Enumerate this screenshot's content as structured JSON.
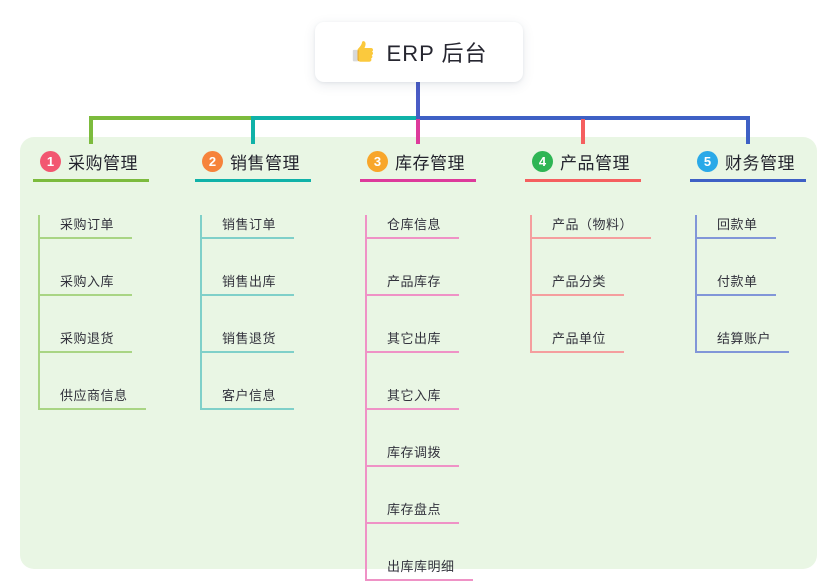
{
  "root": {
    "label": "ERP 后台",
    "icon": "thumbs-up-icon"
  },
  "colors": {
    "canvas_bg": "#e9f6e4",
    "root_connector": "#4a5cc6",
    "title_text": "#23232d",
    "child_text": "#32323c"
  },
  "branches": [
    {
      "index": "1",
      "title": "采购管理",
      "badge_color": "#f25771",
      "line_color": "#7cbb3d",
      "child_line_color": "#a9d584",
      "children": [
        "采购订单",
        "采购入库",
        "采购退货",
        "供应商信息"
      ]
    },
    {
      "index": "2",
      "title": "销售管理",
      "badge_color": "#f6833b",
      "line_color": "#10b2a8",
      "child_line_color": "#7fd0c9",
      "children": [
        "销售订单",
        "销售出库",
        "销售退货",
        "客户信息"
      ]
    },
    {
      "index": "3",
      "title": "库存管理",
      "badge_color": "#f8a62a",
      "line_color": "#dd3a9b",
      "child_line_color": "#ef92c6",
      "children": [
        "仓库信息",
        "产品库存",
        "其它出库",
        "其它入库",
        "库存调拨",
        "库存盘点",
        "出库库明细"
      ]
    },
    {
      "index": "4",
      "title": "产品管理",
      "badge_color": "#2eb554",
      "line_color": "#f55f5f",
      "child_line_color": "#f59e9e",
      "children": [
        "产品（物料）",
        "产品分类",
        "产品单位"
      ]
    },
    {
      "index": "5",
      "title": "财务管理",
      "badge_color": "#2aa9e8",
      "line_color": "#3e60c5",
      "child_line_color": "#8196d8",
      "children": [
        "回款单",
        "付款单",
        "结算账户"
      ]
    }
  ]
}
